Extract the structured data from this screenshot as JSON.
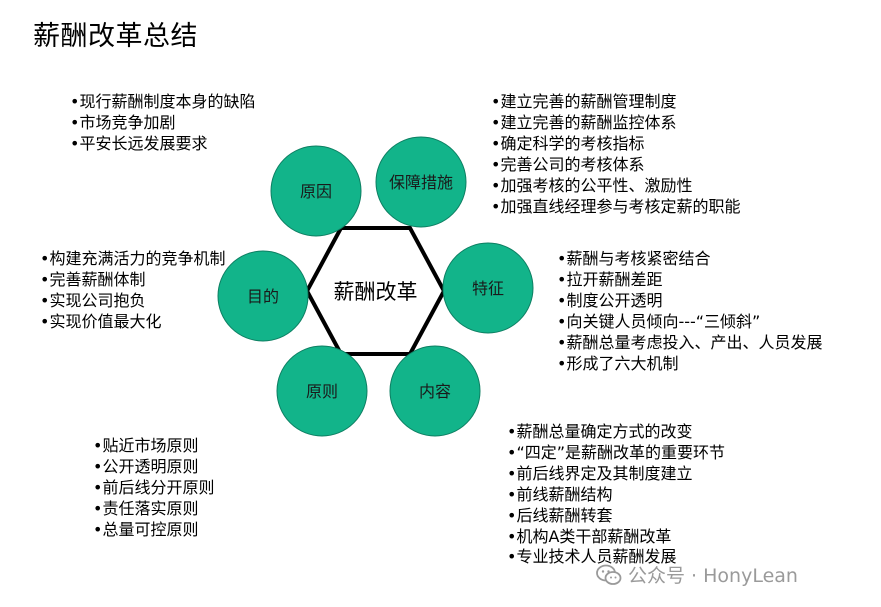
{
  "title": "薪酬改革总结",
  "center": "薪酬改革",
  "colors": {
    "node_fill": "#12b48a",
    "node_stroke": "#0d7f62",
    "hex_stroke": "#000000"
  },
  "nodes": [
    {
      "key": "reason",
      "label": "原因"
    },
    {
      "key": "safeguard",
      "label": "保障措施"
    },
    {
      "key": "goal",
      "label": "目的"
    },
    {
      "key": "feature",
      "label": "特征"
    },
    {
      "key": "principle",
      "label": "原则"
    },
    {
      "key": "content",
      "label": "内容"
    }
  ],
  "lists": {
    "reasons": [
      "现行薪酬制度本身的缺陷",
      "市场竞争加剧",
      "平安长远发展要求"
    ],
    "safeguards": [
      "建立完善的薪酬管理制度",
      "建立完善的薪酬监控体系",
      "确定科学的考核指标",
      "完善公司的考核体系",
      "加强考核的公平性、激励性",
      "加强直线经理参与考核定薪的职能"
    ],
    "goals": [
      "构建充满活力的竞争机制",
      "完善薪酬体制",
      "实现公司抱负",
      "实现价值最大化"
    ],
    "features": [
      "薪酬与考核紧密结合",
      "拉开薪酬差距",
      "制度公开透明",
      "向关键人员倾向---“三倾斜”",
      "薪酬总量考虑投入、产出、人员发展",
      "形成了六大机制"
    ],
    "principles": [
      "贴近市场原则",
      "公开透明原则",
      "前后线分开原则",
      "责任落实原则",
      "总量可控原则"
    ],
    "content": [
      "薪酬总量确定方式的改变",
      "“四定”是薪酬改革的重要环节",
      "前后线界定及其制度建立",
      "前线薪酬结构",
      "后线薪酬转套",
      "机构A类干部薪酬改革",
      "专业技术人员薪酬发展"
    ]
  },
  "watermark": {
    "text": "公众号 · HonyLean",
    "icon": "wechat-icon"
  }
}
